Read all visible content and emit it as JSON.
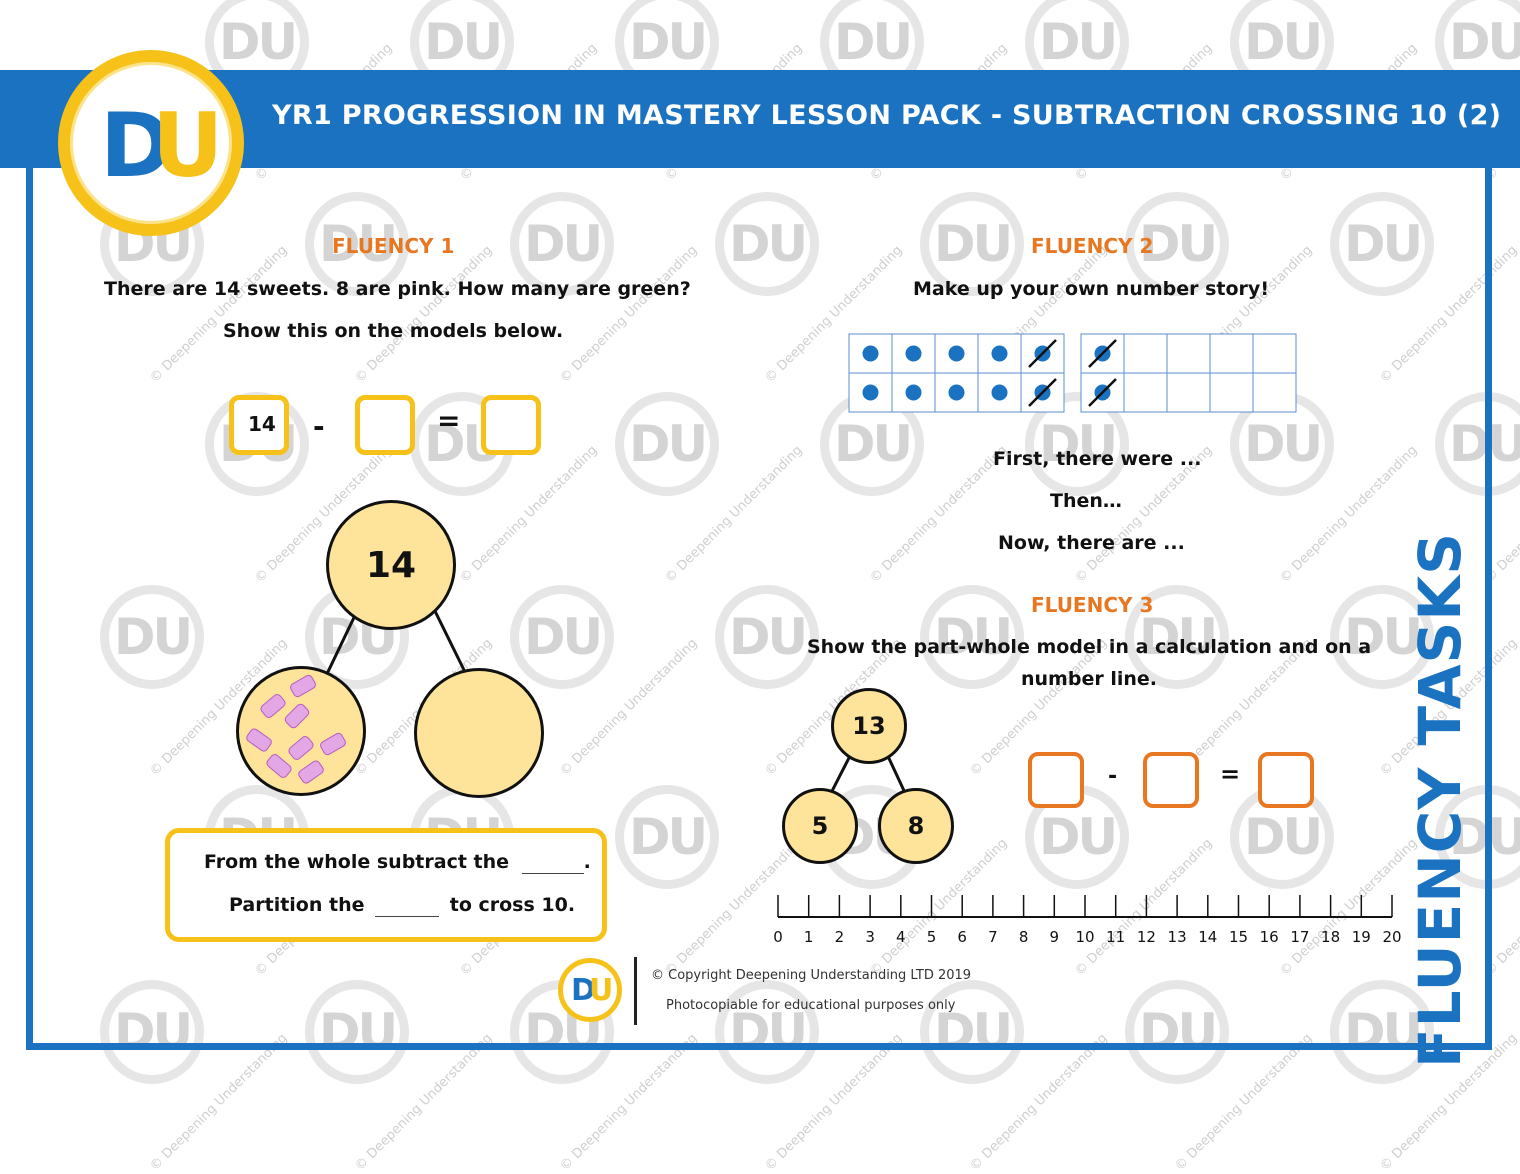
{
  "header": {
    "title": "YR1 PROGRESSION IN MASTERY LESSON PACK - SUBTRACTION CROSSING 10 (2)",
    "logo_left": "D",
    "logo_right": "U",
    "side_title": "FLUENCY TASKS"
  },
  "watermark": {
    "logo": "DU",
    "text": "© Deepening Understanding"
  },
  "colors": {
    "brand_blue": "#1a72c1",
    "brand_yellow": "#f6c21a",
    "heading_orange": "#e87722",
    "circle_fill": "#fde49a",
    "frame_grid": "#5b8fd1",
    "counter": "#1a72c1"
  },
  "fluency1": {
    "heading": "FLUENCY 1",
    "question": "There are 14 sweets. 8 are pink. How many are green?",
    "instruction": "Show this on the models below.",
    "equation": {
      "first": "14",
      "op1": "-",
      "op2": "="
    },
    "whole": "14",
    "hint_line1_a": "From the whole subtract the",
    "hint_line1_b": ".",
    "hint_line2_a": "Partition the",
    "hint_line2_b": "to cross 10."
  },
  "fluency2": {
    "heading": "FLUENCY 2",
    "question": "Make up your own number story!",
    "line1": "First, there were ...",
    "line2": "Then…",
    "line3": "Now, there are ..."
  },
  "fluency3": {
    "heading": "FLUENCY 3",
    "question_line1": "Show the part-whole model in a calculation and on a",
    "question_line2": "number line.",
    "whole": "13",
    "part1": "5",
    "part2": "8",
    "op1": "-",
    "op2": "=",
    "number_line": [
      "0",
      "1",
      "2",
      "3",
      "4",
      "5",
      "6",
      "7",
      "8",
      "9",
      "10",
      "11",
      "12",
      "13",
      "14",
      "15",
      "16",
      "17",
      "18",
      "19",
      "20"
    ]
  },
  "footer": {
    "copyright": "© Copyright Deepening Understanding LTD 2019",
    "note": "Photocopiable for educational purposes only"
  }
}
